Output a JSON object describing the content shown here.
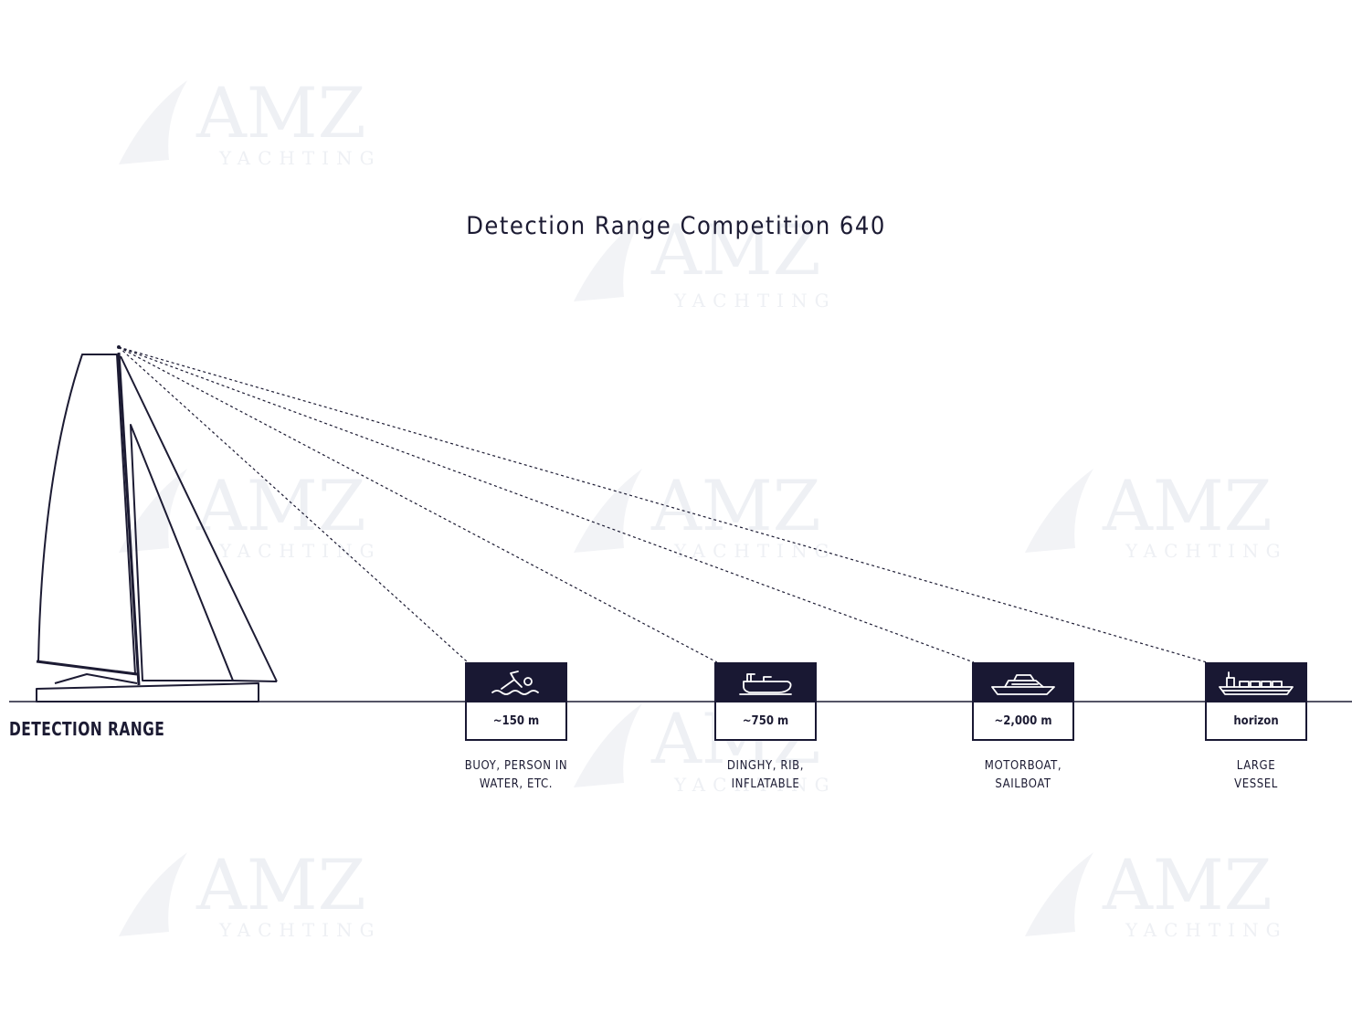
{
  "title": "Detection Range Competition 640",
  "range_label": "DETECTION RANGE",
  "watermark": {
    "word": "AMZ",
    "sub": "YACHTING"
  },
  "colors": {
    "ink": "#1c1b33",
    "box": "#191833",
    "watermark": "#eef0f4"
  },
  "targets": [
    {
      "icon": "swimmer-icon",
      "distance": "~150 m",
      "line1": "BUOY, PERSON IN",
      "line2": "WATER, ETC."
    },
    {
      "icon": "rib-boat-icon",
      "distance": "~750 m",
      "line1": "DINGHY, RIB,",
      "line2": "INFLATABLE"
    },
    {
      "icon": "motorboat-icon",
      "distance": "~2,000 m",
      "line1": "MOTORBOAT,",
      "line2": "SAILBOAT"
    },
    {
      "icon": "cargo-ship-icon",
      "distance": "horizon",
      "line1": "LARGE",
      "line2": "VESSEL"
    }
  ]
}
